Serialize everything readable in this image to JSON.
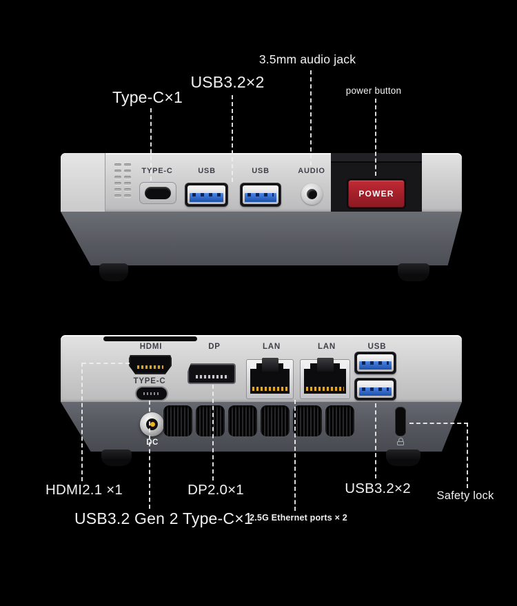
{
  "scene": {
    "description": "Mini PC front and rear port callout diagram",
    "background": "#000000"
  },
  "front_view": {
    "port_labels": {
      "type_c": "TYPE-C",
      "usb1": "USB",
      "usb2": "USB",
      "audio": "AUDIO"
    },
    "power_button": "POWER",
    "callouts": {
      "type_c": "Type-C×1",
      "usb": "USB3.2×2",
      "audio_jack": "3.5mm audio jack",
      "power": "power button"
    }
  },
  "rear_view": {
    "port_labels": {
      "hdmi": "HDMI",
      "type_c": "TYPE-C",
      "dp": "DP",
      "lan1": "LAN",
      "lan2": "LAN",
      "usb": "USB",
      "dc": "DC"
    },
    "callouts": {
      "hdmi": "HDMI2.1 ×1",
      "type_c": "USB3.2 Gen 2 Type-C×1",
      "dp": "DP2.0×1",
      "ethernet": "2.5G Ethernet ports × 2",
      "usb": "USB3.2×2",
      "safety_lock": "Safety lock"
    }
  },
  "colors": {
    "background": "#000000",
    "chassis_silver": "#cdcdce",
    "chassis_dark_base": "#595c62",
    "power_red": "#a8222c",
    "usb_blue": "#2e6ad1",
    "pin_gold": "#d7a52c",
    "callout_text": "#f1f1f1",
    "device_label_text": "#3e3f47"
  }
}
